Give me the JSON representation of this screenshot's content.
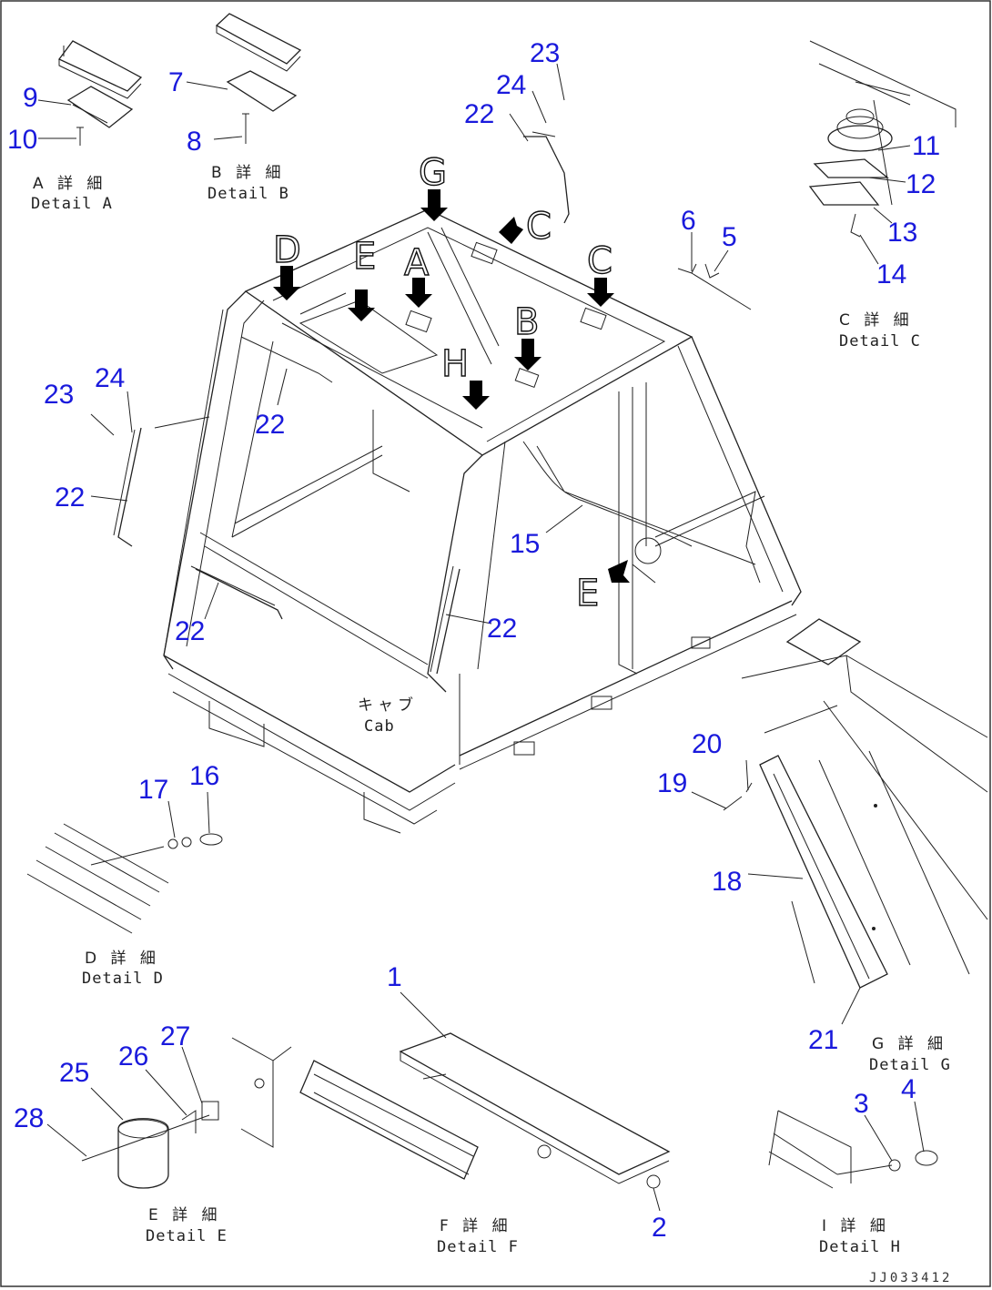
{
  "callouts": {
    "c1": "1",
    "c2": "2",
    "c3": "3",
    "c4": "4",
    "c5": "5",
    "c6": "6",
    "c7": "7",
    "c8": "8",
    "c9": "9",
    "c10": "10",
    "c11": "11",
    "c12": "12",
    "c13": "13",
    "c14": "14",
    "c15": "15",
    "c16": "16",
    "c17": "17",
    "c18": "18",
    "c19": "19",
    "c20": "20",
    "c21": "21",
    "c22": "22",
    "c23": "23",
    "c24": "24",
    "c25": "25",
    "c26": "26",
    "c27": "27",
    "c28": "28"
  },
  "view_letters": {
    "A": "A",
    "B": "B",
    "C": "C",
    "D": "D",
    "E": "E",
    "G": "G",
    "H": "H"
  },
  "details": {
    "A": {
      "jp": "A 詳 細",
      "en": "Detail A"
    },
    "B": {
      "jp": "B 詳 細",
      "en": "Detail B"
    },
    "C": {
      "jp": "C 詳 細",
      "en": "Detail C"
    },
    "D": {
      "jp": "D 詳 細",
      "en": "Detail D"
    },
    "E": {
      "jp": "E 詳 細",
      "en": "Detail E"
    },
    "F": {
      "jp": "F 詳 細",
      "en": "Detail F"
    },
    "G": {
      "jp": "G 詳 細",
      "en": "Detail G"
    },
    "H": {
      "jp": "I 詳 細",
      "en": "Detail H"
    }
  },
  "cab_label": {
    "jp": "キャブ",
    "en": "Cab"
  },
  "drawing_code": "JJ033412",
  "colors": {
    "callout": "#1a1adc",
    "line": "#222222",
    "background": "#ffffff"
  }
}
